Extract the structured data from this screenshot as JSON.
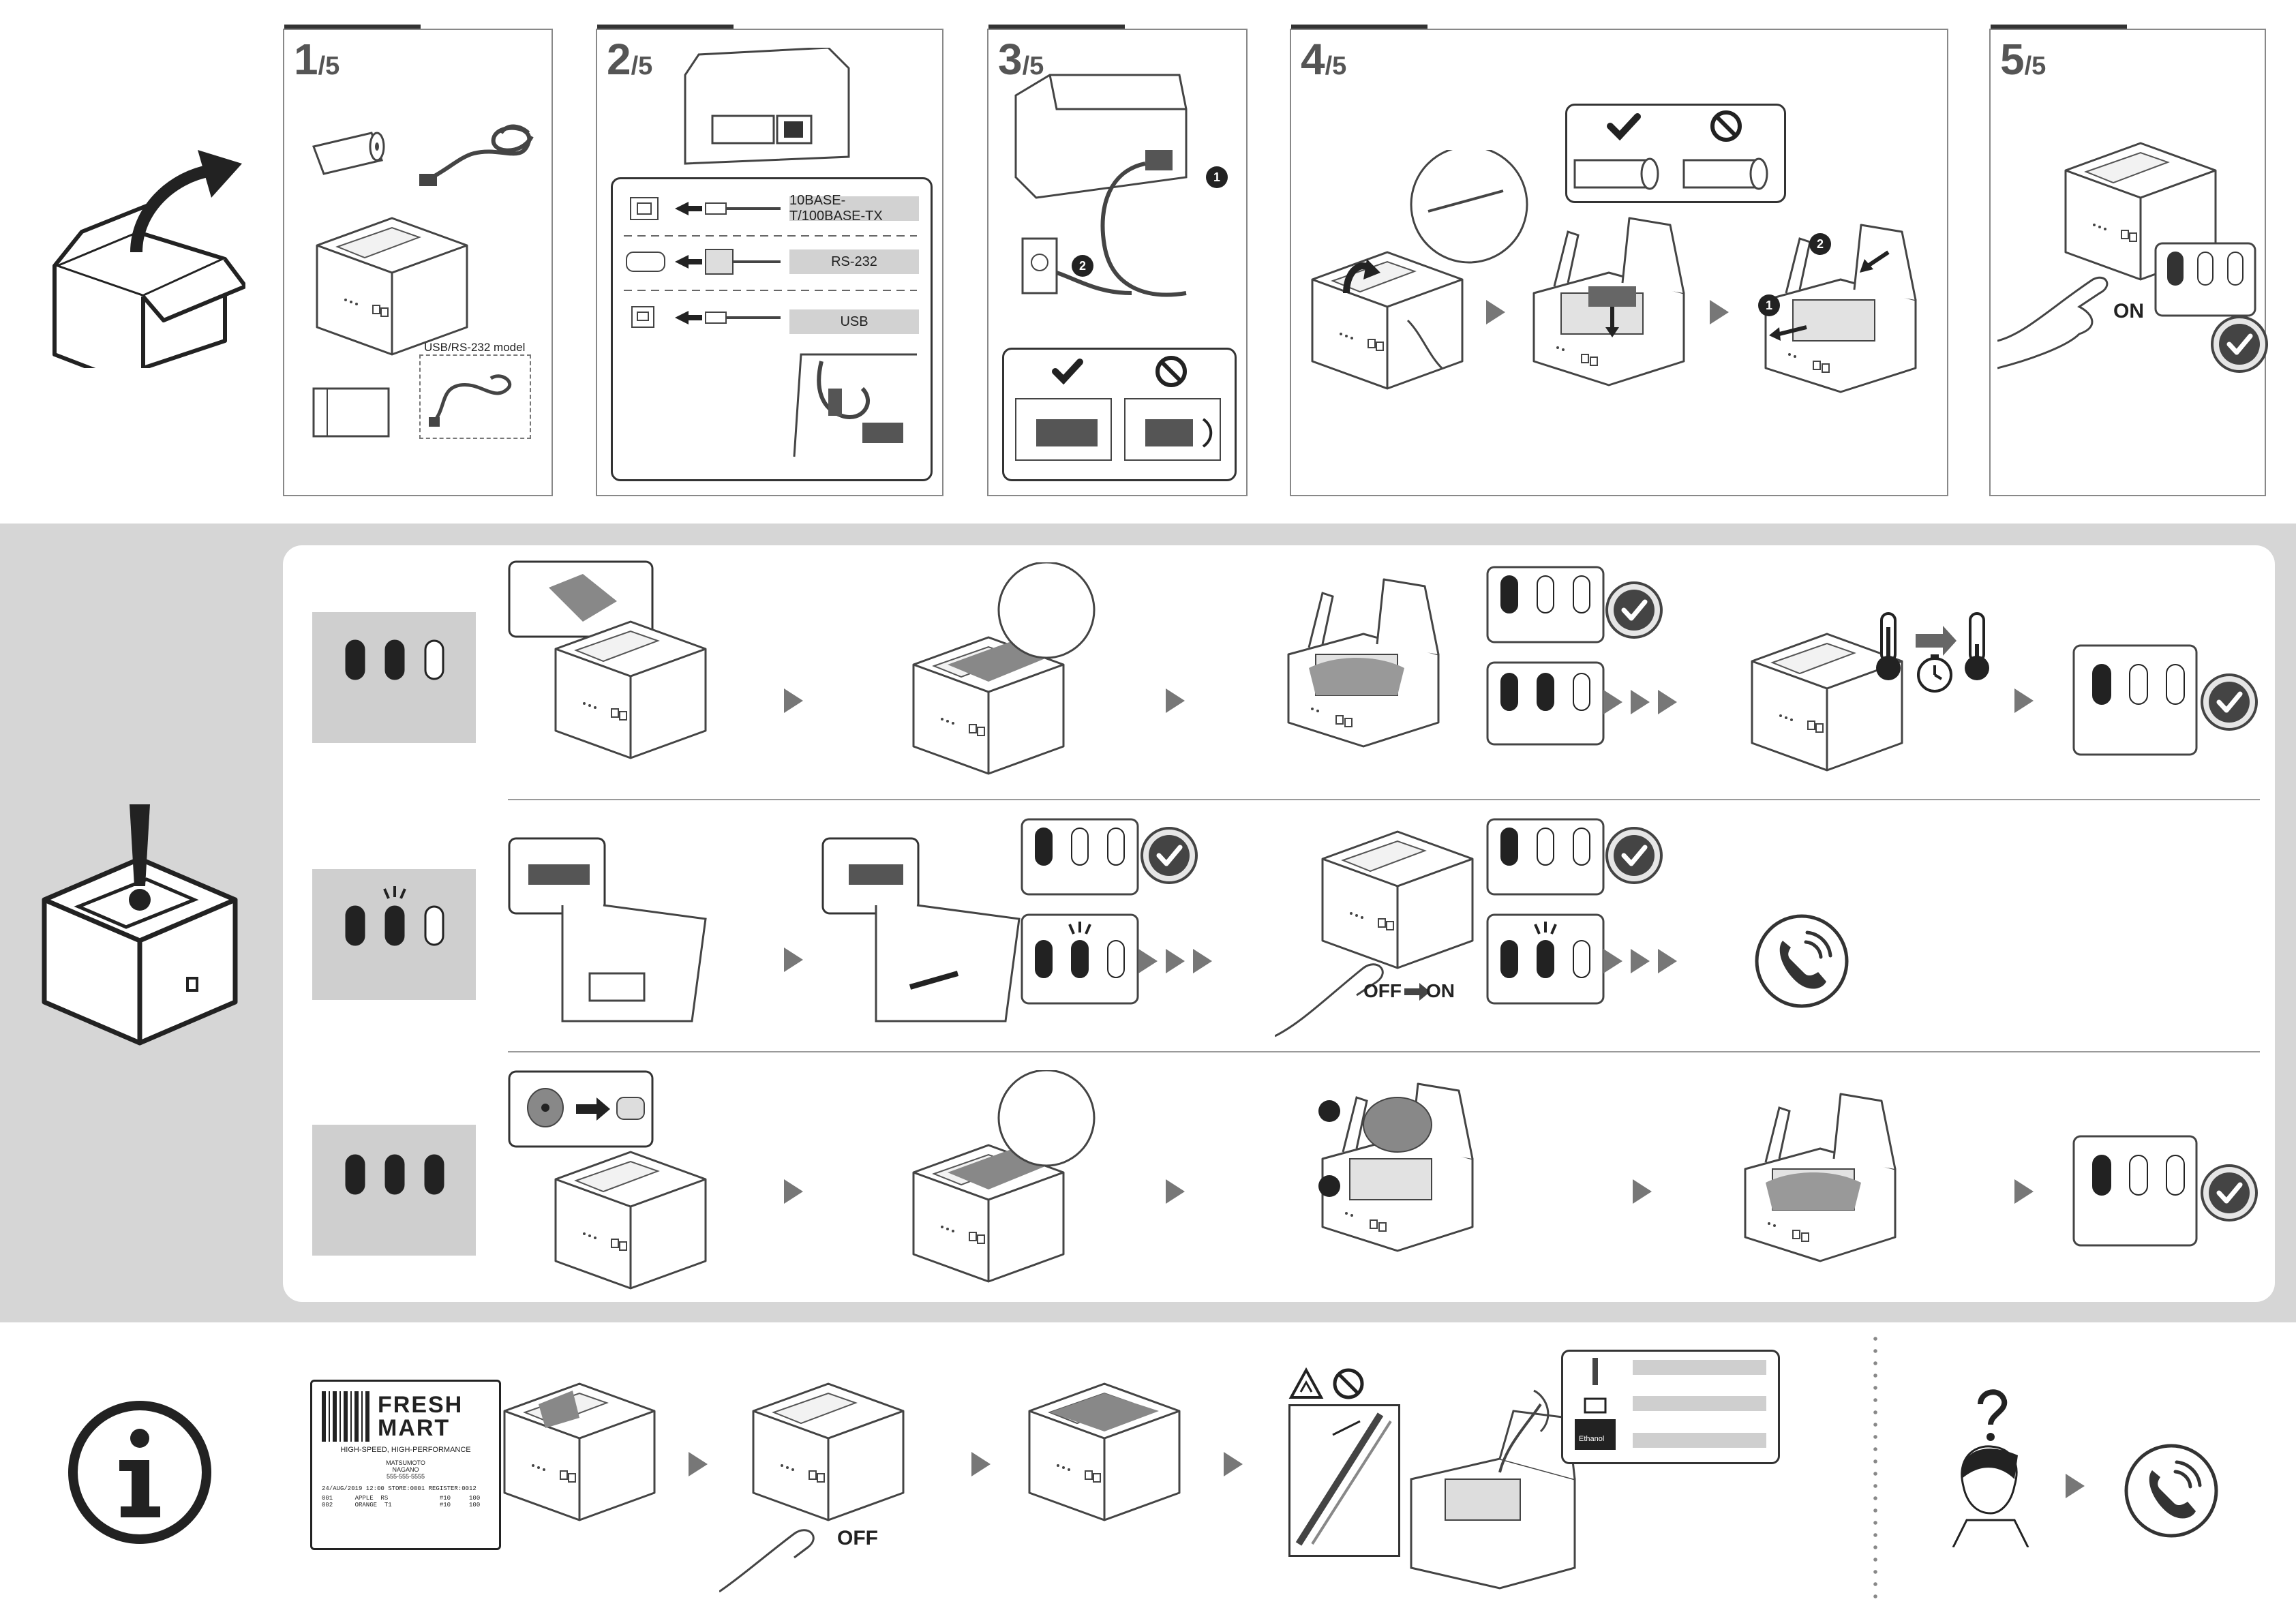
{
  "setup_steps": [
    {
      "num": "1",
      "den": "/5"
    },
    {
      "num": "2",
      "den": "/5"
    },
    {
      "num": "3",
      "den": "/5"
    },
    {
      "num": "4",
      "den": "/5"
    },
    {
      "num": "5",
      "den": "/5"
    }
  ],
  "step1": {
    "usb_rs232_label": "USB/RS-232 model"
  },
  "step2": {
    "interfaces": [
      "10BASE-T/100BASE-TX",
      "RS-232",
      "USB"
    ]
  },
  "step3": {
    "markers": [
      "1",
      "2"
    ]
  },
  "step4": {
    "markers": [
      "1",
      "2"
    ]
  },
  "step5": {
    "power_label": "ON"
  },
  "trouble": {
    "row2_power_label_off": "OFF",
    "row2_power_label_on": "ON"
  },
  "info": {
    "receipt": {
      "brand_line1": "FRESH",
      "brand_line2": "MART",
      "tagline": "HIGH-SPEED, HIGH-PERFORMANCE",
      "address1": "MATSUMOTO",
      "address2": "NAGANO",
      "phone": "555-555-5555",
      "header_row": "24/AUG/2019  12:00  STORE:0001  REGISTER:0012",
      "item1": "001      APPLE  RS              #10     100",
      "item2": "002      ORANGE  T1             #10     100"
    },
    "off_label": "OFF",
    "ethanol_label": "Ethanol"
  },
  "colors": {
    "band": "#d6d6d6",
    "lamp_box": "#cfcfcf",
    "dark": "#2a2a2a"
  },
  "icons": [
    "box-open-icon",
    "exclamation-printer-icon",
    "info-icon",
    "phone-icon",
    "check-icon",
    "prohibited-icon",
    "thermometer-icon",
    "timer-icon"
  ]
}
